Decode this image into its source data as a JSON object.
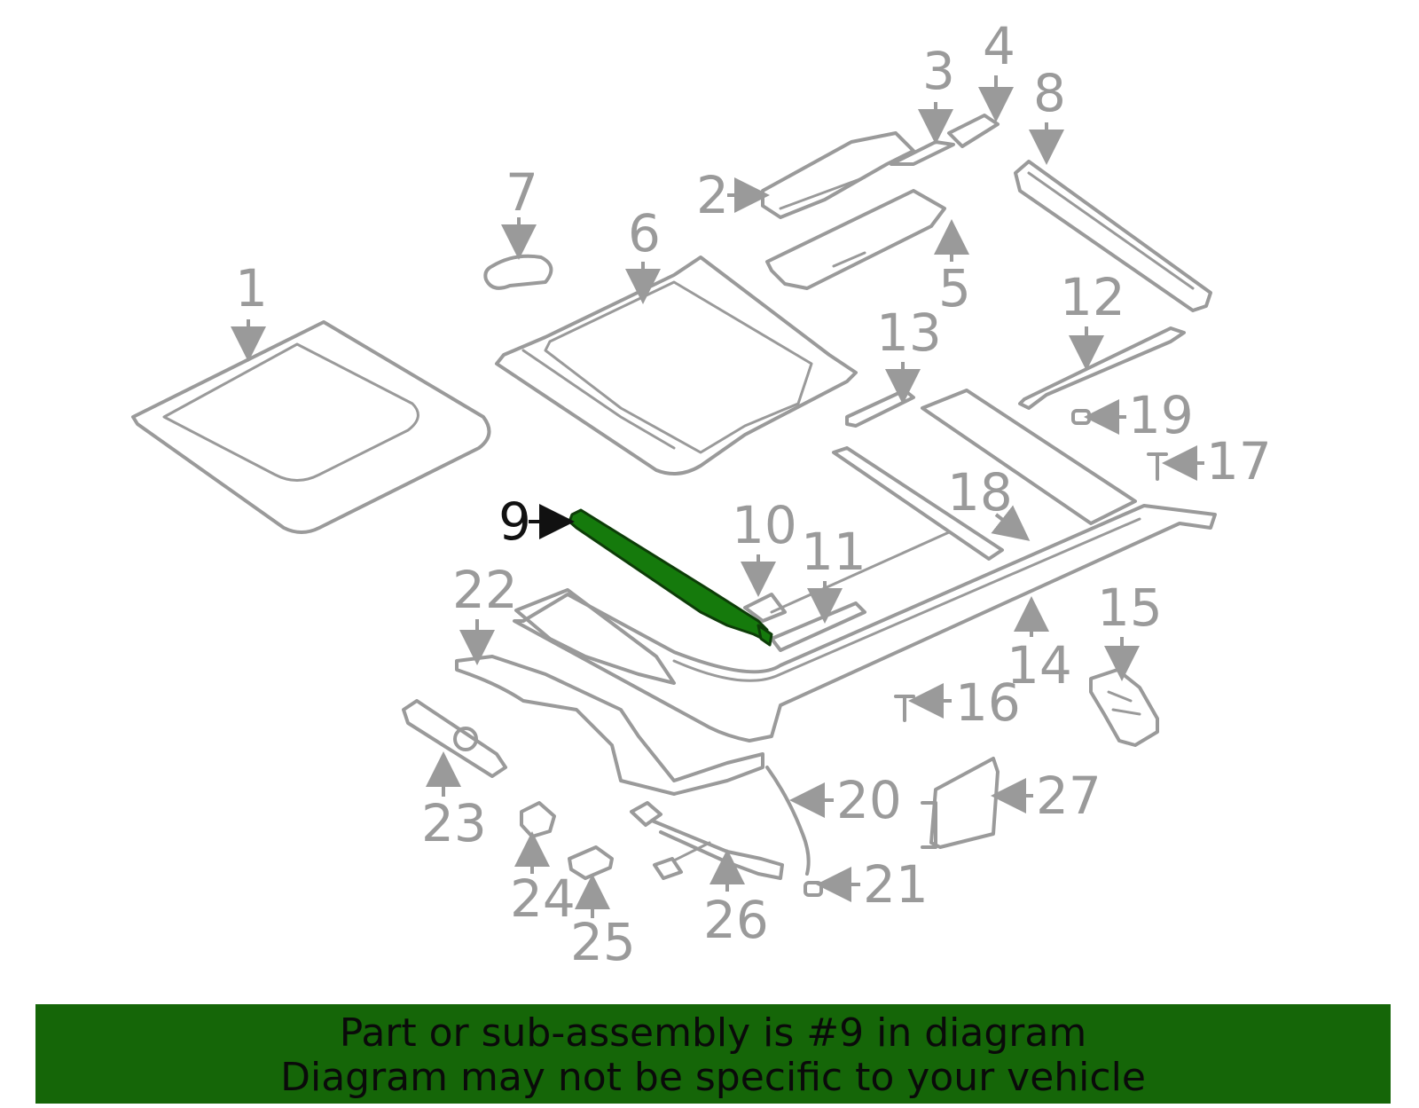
{
  "diagram": {
    "highlighted_part": "9",
    "highlight_color": "#157a0c",
    "callouts": [
      "1",
      "2",
      "3",
      "4",
      "5",
      "6",
      "7",
      "8",
      "9",
      "10",
      "11",
      "12",
      "13",
      "14",
      "15",
      "16",
      "17",
      "18",
      "19",
      "20",
      "21",
      "22",
      "23",
      "24",
      "25",
      "26",
      "27"
    ]
  },
  "banner": {
    "line1": "Part or sub-assembly is #9 in diagram",
    "line2": "Diagram may not be specific to your vehicle",
    "background": "#156608"
  }
}
